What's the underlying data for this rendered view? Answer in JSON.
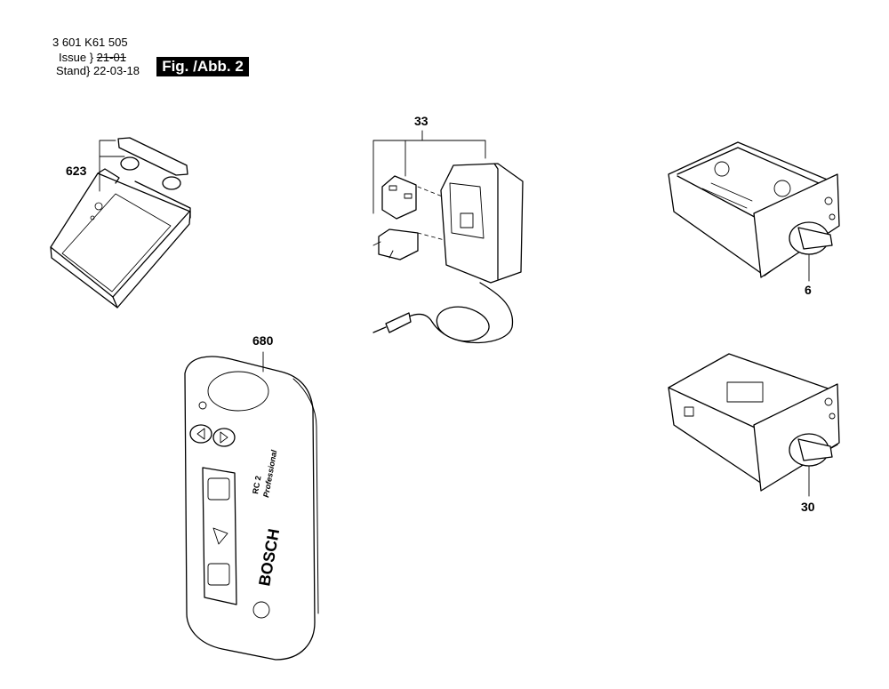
{
  "header": {
    "part_number": "3 601 K61 505",
    "issue_label": "Issue",
    "issue_value": "21-01",
    "stand_label": "Stand",
    "stand_value": "22-03-18",
    "figure_label": "Fig. /Abb. 2"
  },
  "callouts": {
    "mount_plate": "623",
    "charger": "33",
    "battery_compartment": "6",
    "battery_pack": "30",
    "remote_control": "680"
  },
  "remote_text": {
    "brand": "BOSCH",
    "model_line1": "RC 2",
    "model_line2": "Professional"
  }
}
